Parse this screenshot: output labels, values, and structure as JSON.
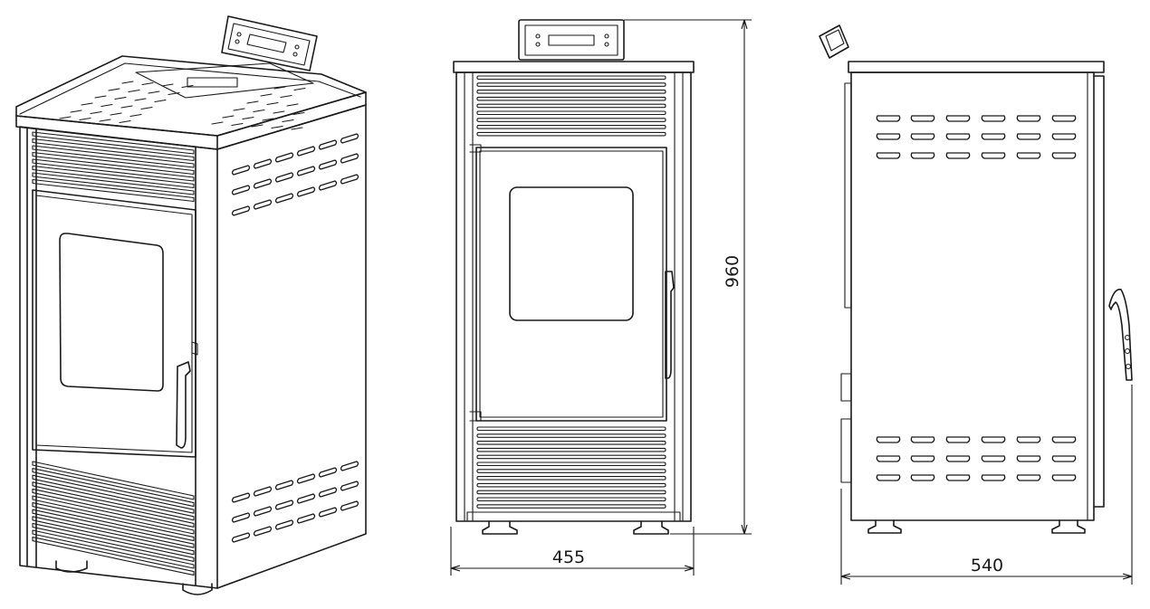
{
  "dimensions": {
    "front_width": "455",
    "height": "960",
    "side_depth": "540"
  },
  "colors": {
    "line": "#1a1a1a",
    "background": "#ffffff"
  },
  "views": [
    "perspective-view",
    "front-view",
    "side-view"
  ]
}
